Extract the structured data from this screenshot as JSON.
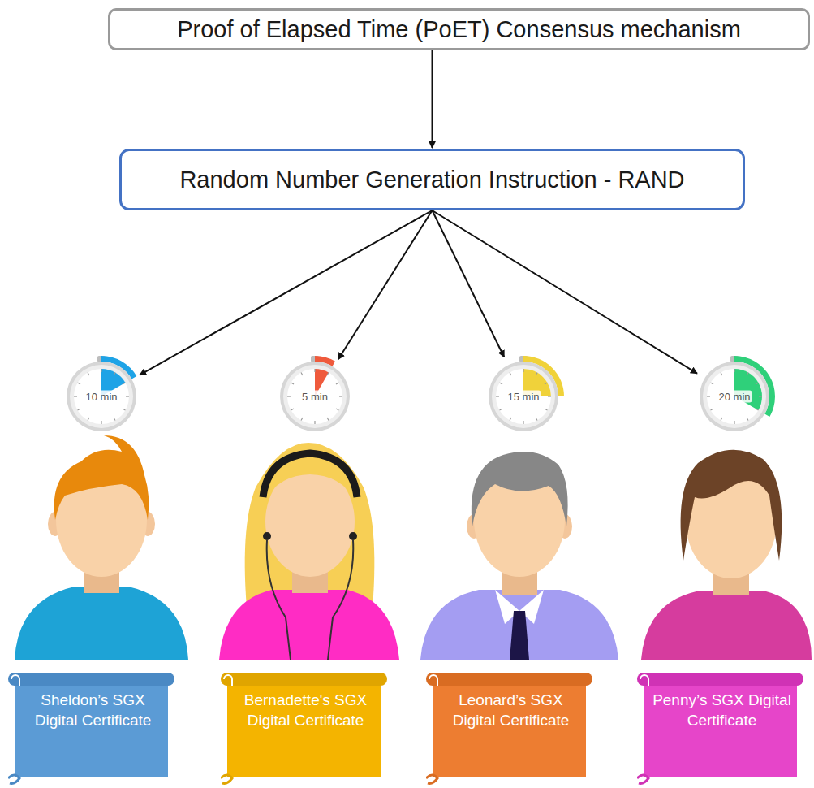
{
  "diagram": {
    "nodes": [
      {
        "text": [
          "Proof of Elapsed Time (PoET) Consensus mechanism"
        ]
      },
      {
        "text": [
          "Random Number Generation Instruction - RAND"
        ]
      },
      {
        "text": [
          "10 min"
        ]
      },
      {
        "text": [
          "5 min"
        ]
      },
      {
        "text": [
          "15 min"
        ]
      },
      {
        "text": [
          "20 min"
        ]
      },
      {
        "text": [
          "Sheldon’s SGX Digital Certificate"
        ]
      },
      {
        "text": [
          "Bernadette's SGX Digital Certificate"
        ]
      },
      {
        "text": [
          "Leonard’s SGX Digital Certificate"
        ]
      },
      {
        "text": [
          "Penny’s SGX Digital Certificate"
        ]
      }
    ],
    "edges": [
      {
        "from": 0,
        "to": 1,
        "arrow": "to"
      },
      {
        "from": 1,
        "to": 2,
        "arrow": "to"
      },
      {
        "from": 1,
        "to": 3,
        "arrow": "to"
      },
      {
        "from": 1,
        "to": 4,
        "arrow": "to"
      },
      {
        "from": 1,
        "to": 5,
        "arrow": "to"
      }
    ]
  }
}
